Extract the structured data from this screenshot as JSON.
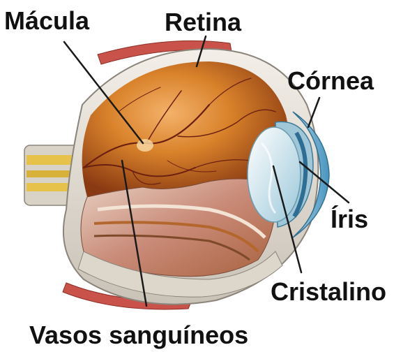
{
  "labels": {
    "macula": "Mácula",
    "retina": "Retina",
    "cornea": "Córnea",
    "iris": "Íris",
    "cristalino": "Cristalino",
    "vasos": "Vasos sanguíneos"
  },
  "colors": {
    "background": "#ffffff",
    "label_text": "#111111",
    "leader_line": "#1a1a1a",
    "retina_inner": "#d9822b",
    "retina_dark": "#8a3a12",
    "blood_vessel": "#6b1f10",
    "sclera": "#e9e4dc",
    "cornea_blue": "#6fb6d8",
    "lens": "#d7ecf4",
    "muscle_red": "#c9524a",
    "optic_nerve_yellow": "#e6c24a"
  }
}
